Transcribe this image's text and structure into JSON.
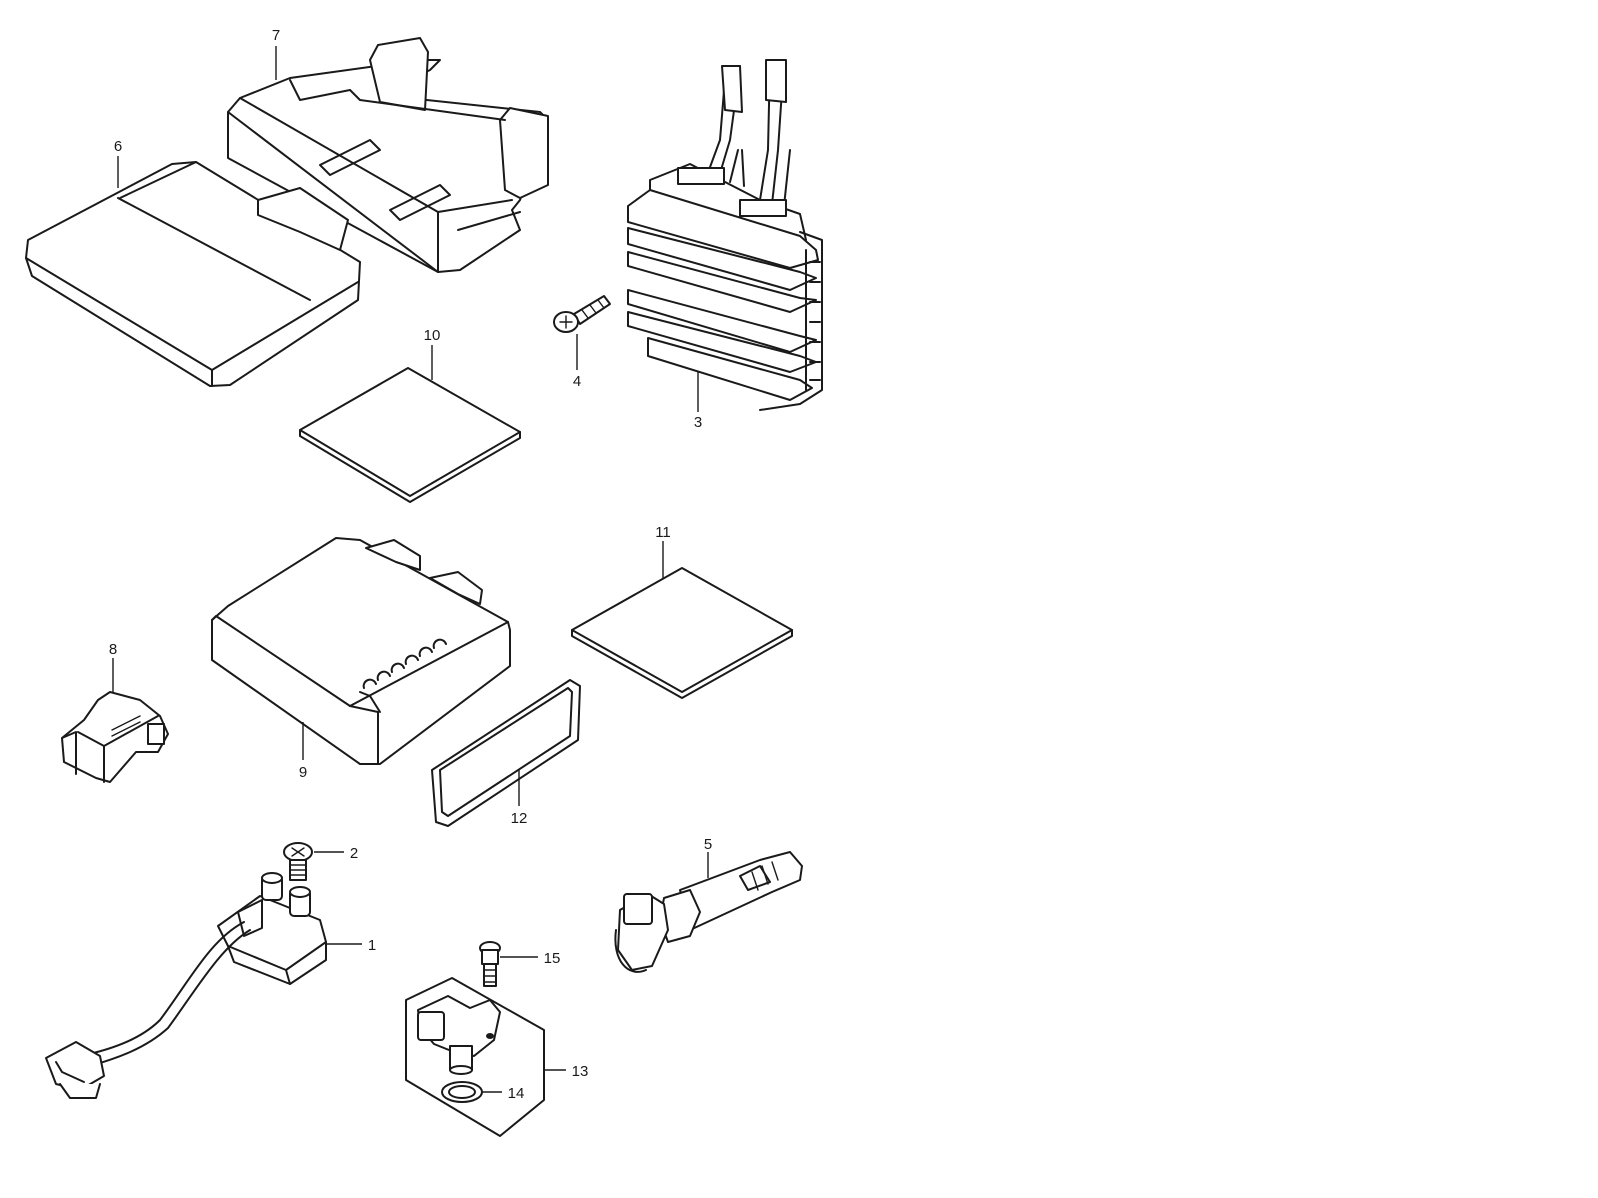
{
  "diagram": {
    "callouts": {
      "c1": "1",
      "c2": "2",
      "c3": "3",
      "c4": "4",
      "c5": "5",
      "c6": "6",
      "c7": "7",
      "c8": "8",
      "c9": "9",
      "c10": "10",
      "c11": "11",
      "c12": "12",
      "c13": "13",
      "c14": "14",
      "c15": "15"
    },
    "colors": {
      "ink": "#1a1a1a",
      "background": "#ffffff"
    }
  }
}
